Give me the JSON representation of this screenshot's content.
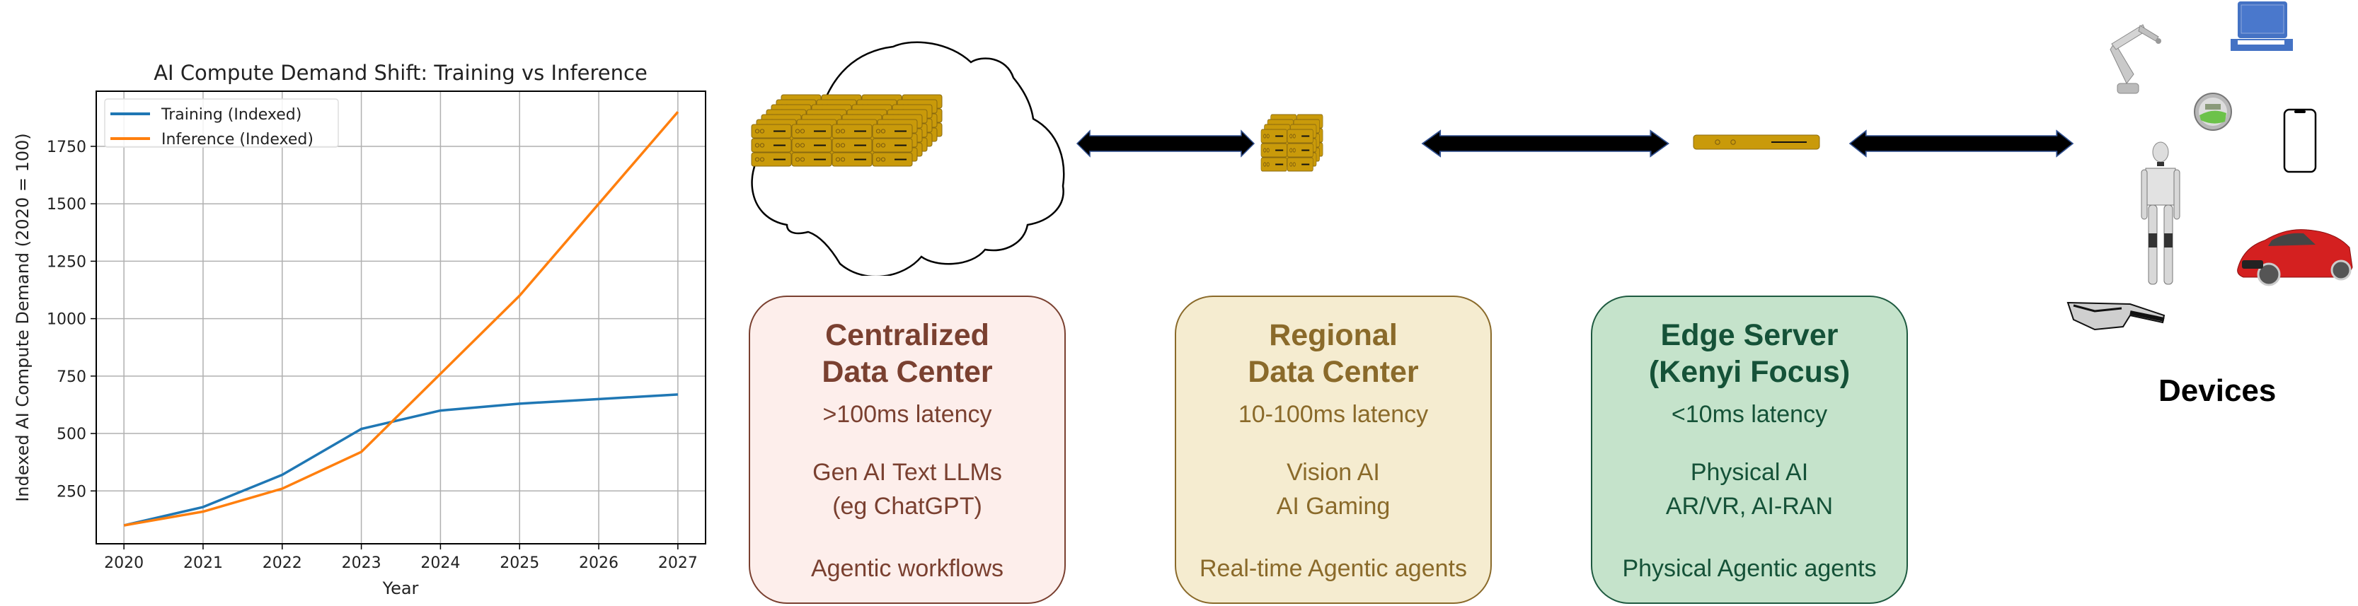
{
  "chart_data": {
    "type": "line",
    "title": "AI Compute Demand Shift: Training vs Inference",
    "xlabel": "Year",
    "ylabel": "Indexed AI Compute Demand (2020 = 100)",
    "x": [
      2020,
      2021,
      2022,
      2023,
      2024,
      2025,
      2026,
      2027
    ],
    "x_ticks": [
      "2020",
      "2021",
      "2022",
      "2023",
      "2024",
      "2025",
      "2026",
      "2027"
    ],
    "y_ticks": [
      250,
      500,
      750,
      1000,
      1250,
      1500,
      1750
    ],
    "y_tick_labels": [
      "250",
      "500",
      "750",
      "1000",
      "1250",
      "1500",
      "1750"
    ],
    "ylim": [
      20,
      1990
    ],
    "xlim": [
      2019.65,
      2027.35
    ],
    "grid": true,
    "legend_position": "top-left",
    "series": [
      {
        "name": "Training (Indexed)",
        "color": "#1f77b4",
        "values": [
          100,
          180,
          320,
          520,
          600,
          630,
          650,
          670
        ]
      },
      {
        "name": "Inference (Indexed)",
        "color": "#ff7f0e",
        "values": [
          100,
          160,
          260,
          420,
          760,
          1100,
          1500,
          1900
        ]
      }
    ]
  },
  "tiers": [
    {
      "id": "centralized",
      "title_line1": "Centralized",
      "title_line2": "Data Center",
      "latency": ">100ms latency",
      "use_line1": "Gen AI Text LLMs",
      "use_line2": "(eg ChatGPT)",
      "agents": "Agentic workflows",
      "icon": "cloud-server-farm-icon"
    },
    {
      "id": "regional",
      "title_line1": "Regional",
      "title_line2": "Data Center",
      "latency": "10-100ms latency",
      "use_line1": "Vision AI",
      "use_line2": "AI Gaming",
      "agents": "Real-time Agentic agents",
      "icon": "server-rack-icon"
    },
    {
      "id": "edge",
      "title_line1": "Edge Server",
      "title_line2": "(Kenyi Focus)",
      "latency": "<10ms latency",
      "use_line1": "Physical AI",
      "use_line2": "AR/VR, AI-RAN",
      "agents": "Physical Agentic agents",
      "icon": "edge-server-icon"
    }
  ],
  "devices": {
    "label": "Devices",
    "items": [
      "robot-arm-icon",
      "laptop-icon",
      "smart-meter-icon",
      "smartphone-icon",
      "humanoid-robot-icon",
      "car-icon",
      "smart-glasses-icon"
    ]
  },
  "colors": {
    "server_gold": "#c99a0a",
    "server_edge": "#8a6a10",
    "arrow": "#000000",
    "arrow_outline": "#2f4f8f",
    "laptop_blue": "#4472c4",
    "car_red": "#d42020"
  }
}
